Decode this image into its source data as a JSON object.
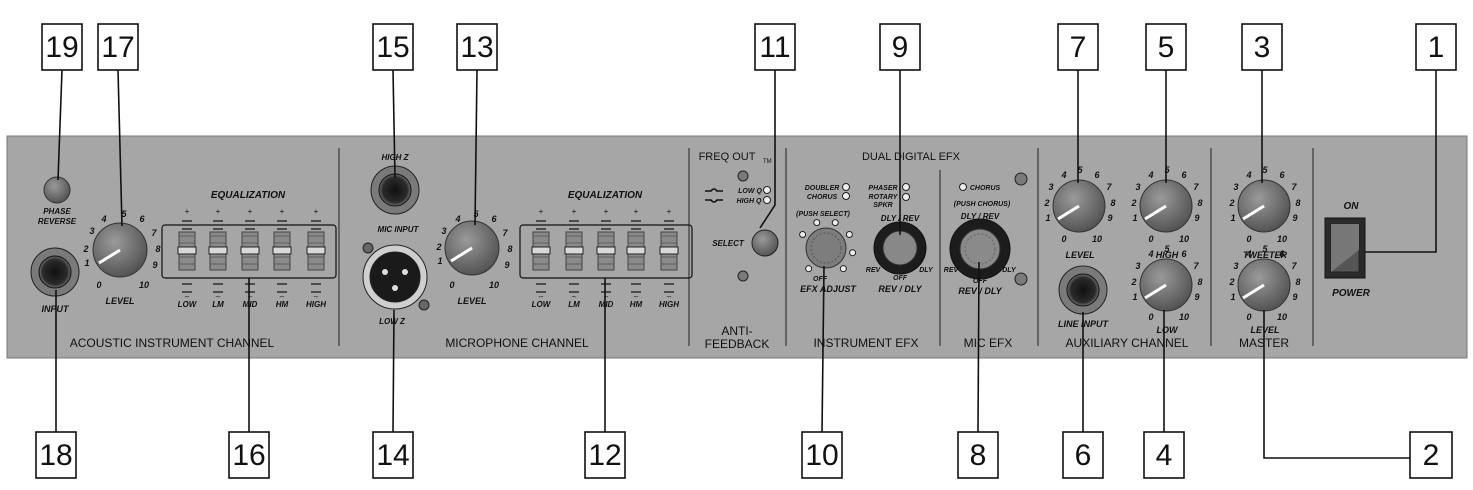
{
  "callouts": [
    {
      "num": "19"
    },
    {
      "num": "17"
    },
    {
      "num": "15"
    },
    {
      "num": "13"
    },
    {
      "num": "11"
    },
    {
      "num": "9"
    },
    {
      "num": "7"
    },
    {
      "num": "5"
    },
    {
      "num": "3"
    },
    {
      "num": "1"
    },
    {
      "num": "18"
    },
    {
      "num": "16"
    },
    {
      "num": "14"
    },
    {
      "num": "12"
    },
    {
      "num": "10"
    },
    {
      "num": "8"
    },
    {
      "num": "6"
    },
    {
      "num": "4"
    },
    {
      "num": "2"
    }
  ],
  "sections": {
    "acoustic": "ACOUSTIC INSTRUMENT CHANNEL",
    "microphone": "MICROPHONE CHANNEL",
    "anti_feedback": [
      "ANTI-",
      "FEEDBACK"
    ],
    "instrument_efx": "INSTRUMENT EFX",
    "mic_efx": "MIC EFX",
    "auxiliary": "AUXILIARY CHANNEL",
    "master": "MASTER"
  },
  "labels": {
    "phase_reverse": [
      "PHASE",
      "REVERSE"
    ],
    "input": "INPUT",
    "level": "LEVEL",
    "equalization": "EQUALIZATION",
    "eq_bands": [
      "LOW",
      "LM",
      "MID",
      "HM",
      "HIGH"
    ],
    "high_z": "HIGH Z",
    "mic_input": "MIC INPUT",
    "low_z": "LOW Z",
    "freq_out": "FREQ OUT",
    "tm": "TM",
    "low_q": "LOW Q",
    "high_q": "HIGH Q",
    "select": "SELECT",
    "dual_digital_efx": "DUAL DIGITAL EFX",
    "doubler": "DOUBLER",
    "chorus": "CHORUS",
    "phaser": "PHASER",
    "rotary_spkr": [
      "ROTARY",
      "SPKR"
    ],
    "push_select": "(PUSH SELECT)",
    "efx_adjust": "EFX ADJUST",
    "off": "OFF",
    "rev_dly": "REV / DLY",
    "dly_rev": "DLY / REV",
    "rev": "REV",
    "dly": "DLY",
    "push_chorus": "(PUSH CHORUS)",
    "line_input": "LINE INPUT",
    "high": "HIGH",
    "low": "LOW",
    "tweeter": "TWEETER",
    "on": "ON",
    "power": "POWER"
  },
  "knob_scale": [
    "0",
    "1",
    "2",
    "3",
    "4",
    "5",
    "6",
    "7",
    "8",
    "9",
    "10"
  ],
  "colors": {
    "panel": "#a6a6a6",
    "knob": "#6f6f6f",
    "ink": "#111111"
  }
}
